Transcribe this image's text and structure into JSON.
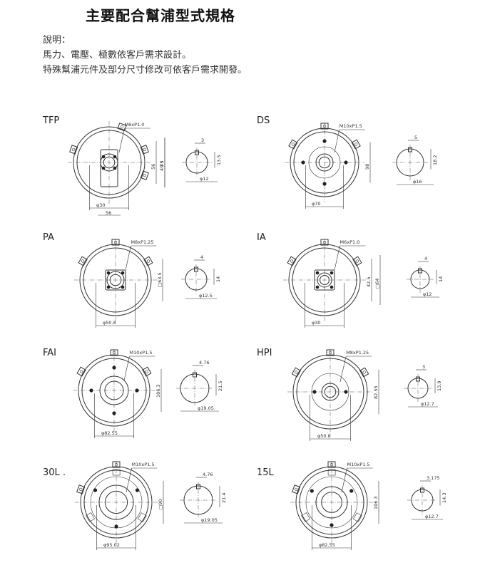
{
  "title": "主要配合幫浦型式規格",
  "notes": {
    "heading": "說明：",
    "line1": "馬力、電壓、極數依客戶需求設計。",
    "line2": "特殊幫浦元件及部分尺寸修改可依客戶需求開發。"
  },
  "models": [
    {
      "key": "tfp",
      "label": "TFP",
      "thread": "M6xP1.0",
      "flange_dims": [
        "φ30",
        "56",
        "49.5",
        "73"
      ],
      "shaft_dims": [
        "3",
        "13.5",
        "φ12"
      ]
    },
    {
      "key": "ds",
      "label": "DS",
      "thread": "M10xP1.5",
      "flange_dims": [
        "φ70",
        "98"
      ],
      "shaft_dims": [
        "5",
        "18.2",
        "φ16"
      ]
    },
    {
      "key": "pa",
      "label": "PA",
      "thread": "M8xP1.25",
      "flange_dims": [
        "φ50.8",
        "□63.5"
      ],
      "shaft_dims": [
        "4",
        "14",
        "φ12.5"
      ]
    },
    {
      "key": "ia",
      "label": "IA",
      "thread": "M6xP1.0",
      "flange_dims": [
        "φ30",
        "42.5",
        "□64"
      ],
      "shaft_dims": [
        "4",
        "14",
        "φ12"
      ]
    },
    {
      "key": "fai",
      "label": "FAI",
      "thread": "M10xP1.5",
      "flange_dims": [
        "φ82.55",
        "106.3"
      ],
      "shaft_dims": [
        "4.76",
        "21.5",
        "φ19.05"
      ]
    },
    {
      "key": "hpi",
      "label": "HPI",
      "thread": "M8xP1.25",
      "flange_dims": [
        "φ50.8",
        "82.55"
      ],
      "shaft_dims": [
        "3",
        "13.9",
        "φ12.7"
      ]
    },
    {
      "key": "30l",
      "label": "30L  .",
      "thread": "M10xP1.5",
      "flange_dims": [
        "φ95.02",
        "□90"
      ],
      "shaft_dims": [
        "4.76",
        "21.4",
        "φ19.05"
      ]
    },
    {
      "key": "15l",
      "label": "15L",
      "thread": "M10xP1.5",
      "flange_dims": [
        "φ82.55",
        "106.3"
      ],
      "shaft_dims": [
        "3.175",
        "14.3",
        "φ12.7"
      ]
    }
  ]
}
